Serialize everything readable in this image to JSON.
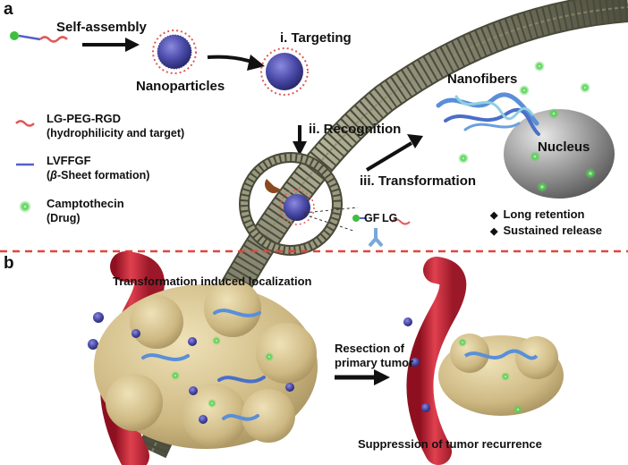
{
  "panel_a": {
    "label": "a",
    "self_assembly": "Self-assembly",
    "nanoparticles": "Nanoparticles",
    "targeting": "i. Targeting",
    "recognition": "ii. Recognition",
    "transformation": "iii. Transformation",
    "nanofibers": "Nanofibers",
    "nucleus": "Nucleus",
    "enzyme_substrate_left": "GF",
    "enzyme_substrate_right": "LG",
    "bullets": [
      "Long retention",
      "Sustained release"
    ]
  },
  "legend": [
    {
      "name": "LG-PEG-RGD",
      "description": "(hydrophilicity and target)",
      "color": "#e05a5a",
      "icon": "red-wavy-chain-icon"
    },
    {
      "name": "LVFFGF",
      "description_prefix": "(",
      "description_symbol": "β",
      "description_suffix": "-Sheet formation)",
      "color": "#5560c8",
      "icon": "blue-line-icon"
    },
    {
      "name": "Camptothecin",
      "description": "(Drug)",
      "color": "#3fbf3f",
      "icon": "green-dot-icon"
    }
  ],
  "panel_b": {
    "label": "b",
    "localization": "Transformation induced localization",
    "resection_line1": "Resection of",
    "resection_line2": "primary tumor",
    "suppression": "Suppression of tumor recurrence"
  },
  "colors": {
    "membrane": "#6e6e5a",
    "divider": "#e0463c",
    "vessel": "#c8283a",
    "tumor": "#d2c08e",
    "nanoparticle": "#4a4aa8",
    "fiber": "#5a8fd8",
    "drug": "#3fbf3f",
    "nucleus": "#8c8c8c"
  }
}
